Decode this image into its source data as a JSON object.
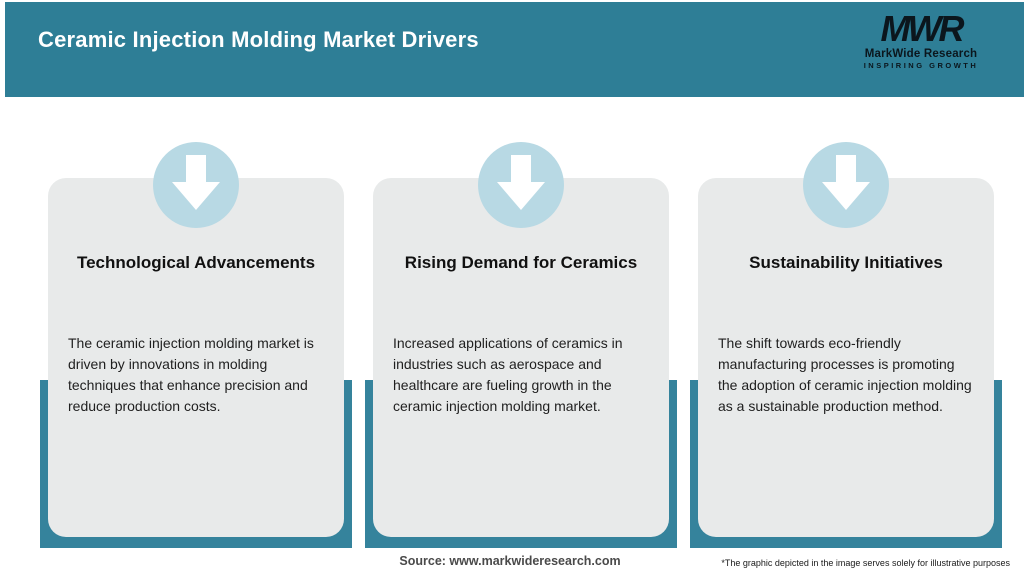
{
  "header": {
    "title": "Ceramic Injection Molding Market Drivers",
    "logo": {
      "acronym": "MWR",
      "name": "MarkWide Research",
      "tagline": "INSPIRING GROWTH"
    }
  },
  "cards": [
    {
      "title": "Technological Advancements",
      "description": "The ceramic injection molding market is driven by innovations in molding techniques that enhance precision and reduce production costs.",
      "icon": "down-arrow-icon"
    },
    {
      "title": "Rising Demand for Ceramics",
      "description": "Increased applications of ceramics in industries such as aerospace and healthcare are fueling growth in the ceramic injection molding market.",
      "icon": "down-arrow-icon"
    },
    {
      "title": "Sustainability Initiatives",
      "description": "The shift towards eco-friendly manufacturing processes is promoting the adoption of ceramic injection molding as a sustainable production method.",
      "icon": "down-arrow-icon"
    }
  ],
  "footer": {
    "source": "Source: www.markwideresearch.com",
    "disclaimer": "*The graphic depicted in the image serves solely for illustrative purposes"
  },
  "colors": {
    "header_teal": "#2e7e96",
    "band_teal": "#35839c",
    "card_gray": "#e8eaea",
    "circle_blue": "#b8d9e4",
    "arrow_white": "#ffffff"
  }
}
